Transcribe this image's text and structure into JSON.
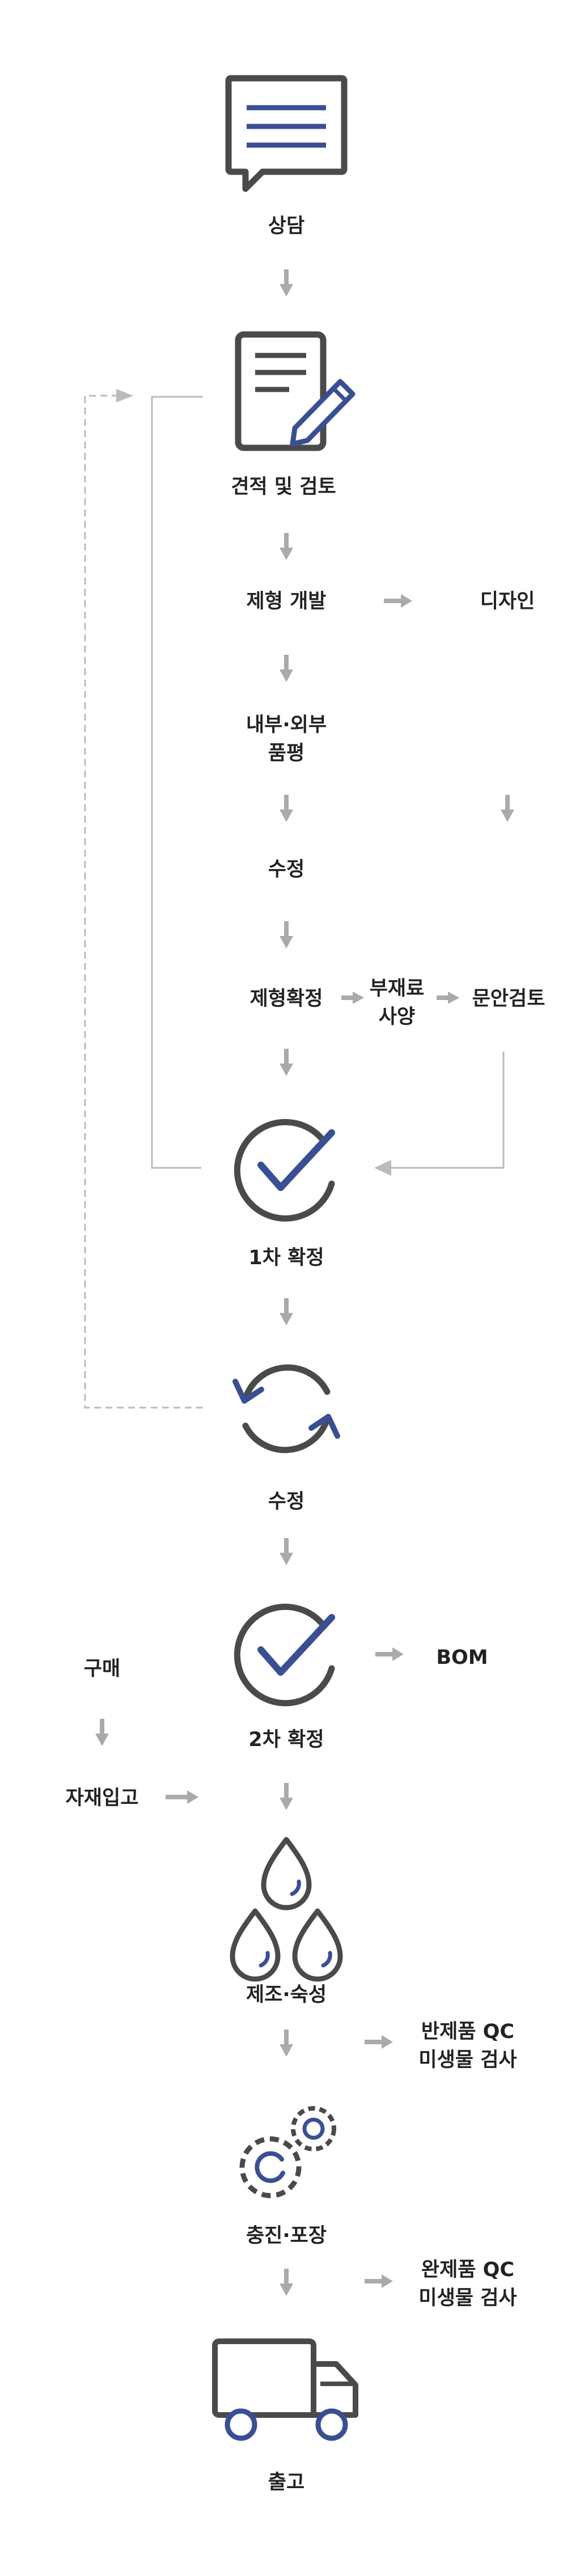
{
  "steps": {
    "consult": "상담",
    "estimate_review": "견적 및 검토",
    "formula_dev": "제형 개발",
    "design": "디자인",
    "internal_external_eval_line1": "내부·외부",
    "internal_external_eval_line2": "품평",
    "revision_1": "수정",
    "formula_confirm": "제형확정",
    "subsidiary_spec_line1": "부재료",
    "subsidiary_spec_line2": "사양",
    "copy_review": "문안검토",
    "first_confirm": "1차 확정",
    "revision_2": "수정",
    "second_confirm": "2차 확정",
    "bom": "BOM",
    "purchase": "구매",
    "material_receiving": "자재입고",
    "manufacture_aging": "제조·숙성",
    "semi_qc_line1": "반제품 QC",
    "semi_qc_line2": "미생물 검사",
    "fill_pack": "충진·포장",
    "finished_qc_line1": "완제품 QC",
    "finished_qc_line2": "미생물 검사",
    "shipping": "출고"
  },
  "icons": {
    "consult": "speech-bubble-icon",
    "estimate": "document-pen-icon",
    "first_confirm": "check-circle-icon",
    "revision": "refresh-icon",
    "second_confirm": "check-icon",
    "manufacture": "droplets-icon",
    "fill_pack": "gears-icon",
    "shipping": "truck-icon"
  },
  "colors": {
    "icon_stroke": "#4a4a4a",
    "accent_blue": "#3a4f93",
    "arrow_gray": "#aaaaaa",
    "line_gray": "#bbbbbb",
    "text": "#222222"
  }
}
